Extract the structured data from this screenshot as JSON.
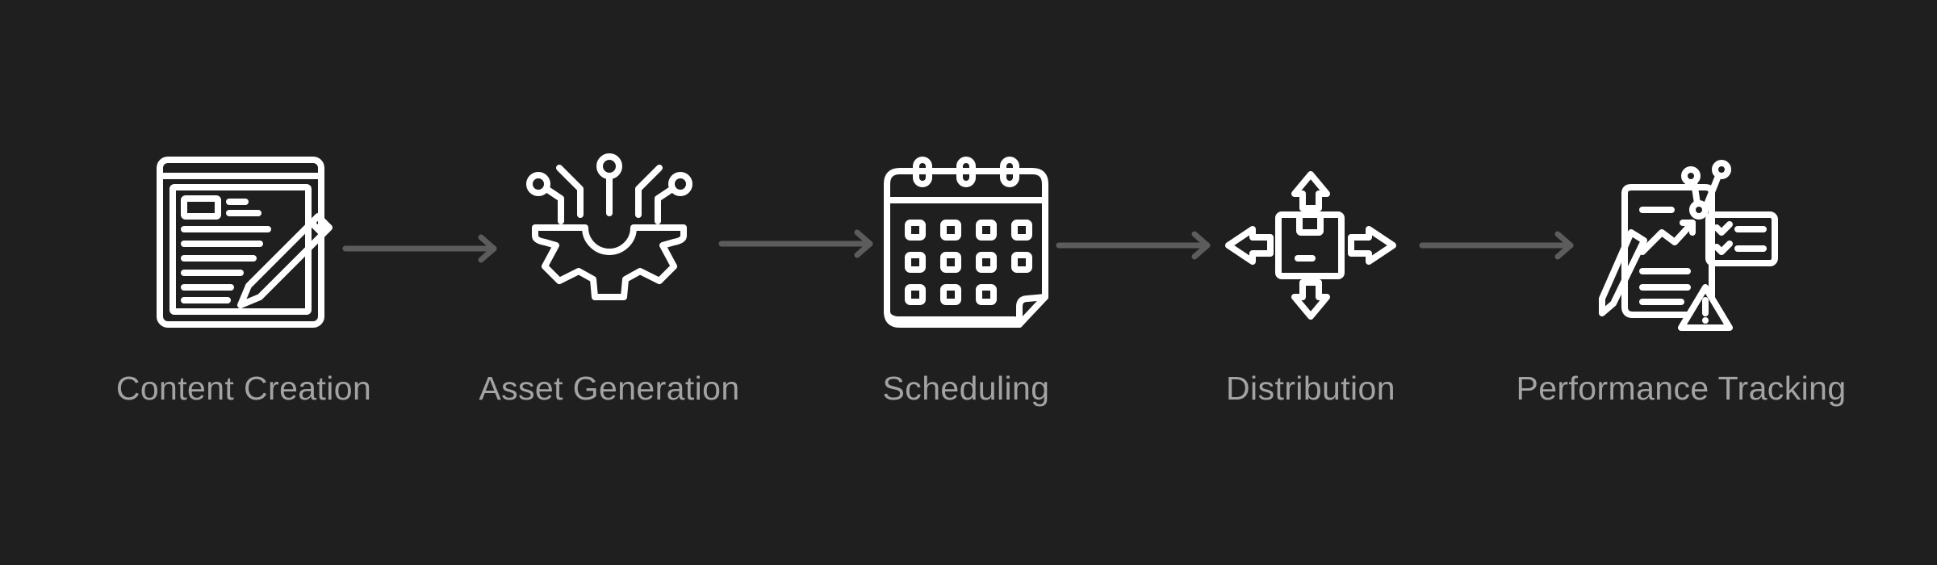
{
  "steps": [
    {
      "label": "Content Creation",
      "icon": "document-pencil-icon"
    },
    {
      "label": "Asset Generation",
      "icon": "gear-circuit-icon"
    },
    {
      "label": "Scheduling",
      "icon": "calendar-icon"
    },
    {
      "label": "Distribution",
      "icon": "box-arrows-icon"
    },
    {
      "label": "Performance Tracking",
      "icon": "report-analytics-icon"
    }
  ],
  "colors": {
    "background": "#1f1f1f",
    "icon": "#ffffff",
    "arrow": "#5c5c5c",
    "label": "#a3a3a3"
  }
}
